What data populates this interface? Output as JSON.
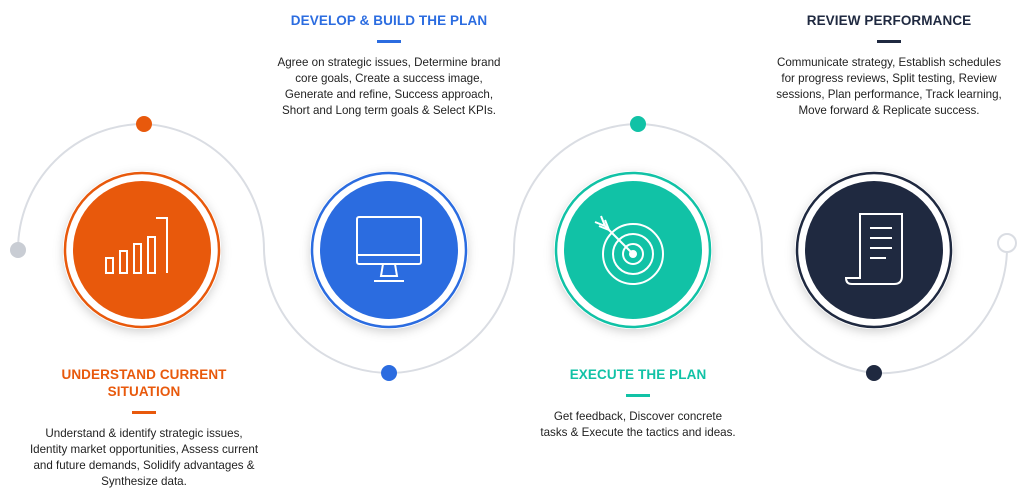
{
  "colors": {
    "orange": "#E8590C",
    "blue": "#2B6CE0",
    "teal": "#11C2A6",
    "navy": "#1F2940",
    "track": "#DADDE3",
    "connector_gray": "#C9CDD4"
  },
  "steps": [
    {
      "title_lines": [
        "UNDERSTAND CURRENT",
        "SITUATION"
      ],
      "desc_lines": [
        "Understand & identify strategic issues,",
        "Identity market opportunities, Assess current",
        "and future demands, Solidify advantages &",
        "Synthesize data."
      ],
      "icon": "bar-chart-icon"
    },
    {
      "title_lines": [
        "DEVELOP & BUILD THE PLAN"
      ],
      "desc_lines": [
        "Agree on strategic issues, Determine brand",
        "core goals, Create a success image,",
        "Generate and refine, Success approach,",
        "Short and Long term goals & Select KPIs."
      ],
      "icon": "monitor-icon"
    },
    {
      "title_lines": [
        "EXECUTE THE PLAN"
      ],
      "desc_lines": [
        "Get feedback, Discover concrete",
        "tasks & Execute the tactics and ideas."
      ],
      "icon": "target-icon"
    },
    {
      "title_lines": [
        "REVIEW PERFORMANCE"
      ],
      "desc_lines": [
        "Communicate strategy, Establish schedules",
        "for progress reviews, Split testing, Review",
        "sessions, Plan performance, Track learning,",
        "Move forward & Replicate success."
      ],
      "icon": "document-scroll-icon"
    }
  ]
}
